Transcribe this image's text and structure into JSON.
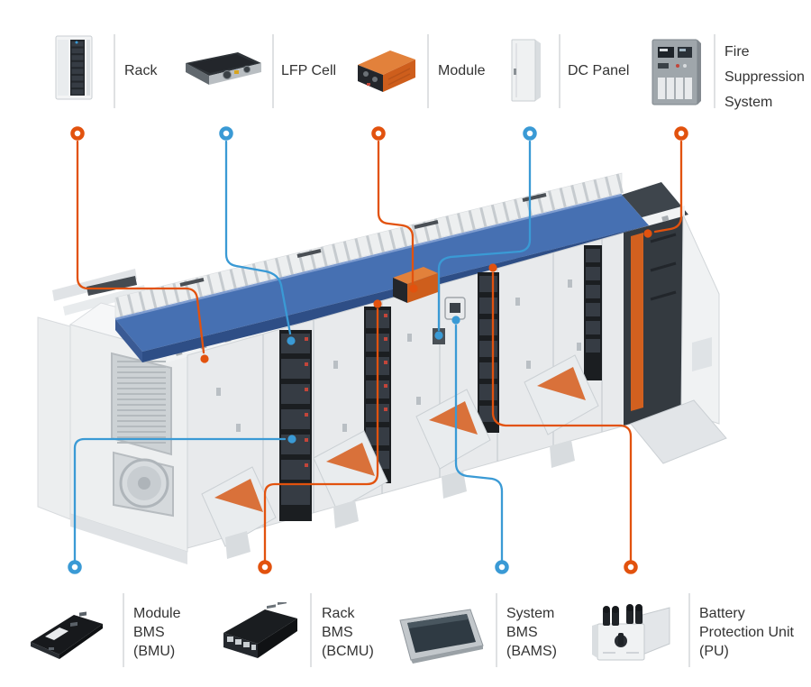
{
  "colors": {
    "orange": "#E2520E",
    "blue": "#3A9AD5",
    "roof_blue": "#4670B2",
    "roof_rim": "#2E4E86",
    "text": "#333333"
  },
  "top_row": {
    "items": [
      {
        "name": "rack",
        "icon": "rack-icon",
        "marker_color": "orange",
        "lines": [
          "Rack"
        ]
      },
      {
        "name": "lfp-cell",
        "icon": "lfp-cell-icon",
        "marker_color": "blue",
        "lines": [
          "LFP Cell"
        ]
      },
      {
        "name": "module",
        "icon": "module-icon",
        "marker_color": "orange",
        "lines": [
          "Module"
        ]
      },
      {
        "name": "dc-panel",
        "icon": "dc-panel-icon",
        "marker_color": "blue",
        "lines": [
          "DC Panel"
        ]
      },
      {
        "name": "fire-suppression-system",
        "icon": "fire-suppression-icon",
        "marker_color": "orange",
        "lines": [
          "Fire",
          "Suppression",
          "System"
        ]
      }
    ]
  },
  "bottom_row": {
    "items": [
      {
        "name": "module-bms",
        "icon": "module-bms-icon",
        "marker_color": "blue",
        "lines": [
          "Module",
          "BMS",
          "(BMU)"
        ]
      },
      {
        "name": "rack-bms",
        "icon": "rack-bms-icon",
        "marker_color": "orange",
        "lines": [
          "Rack",
          "BMS",
          "(BCMU)"
        ]
      },
      {
        "name": "system-bms",
        "icon": "system-bms-icon",
        "marker_color": "blue",
        "lines": [
          "System",
          "BMS",
          "(BAMS)"
        ]
      },
      {
        "name": "battery-protection-unit",
        "icon": "battery-protection-unit-icon",
        "marker_color": "orange",
        "lines": [
          "Battery",
          "Protection Unit",
          "(PU)"
        ]
      }
    ]
  }
}
